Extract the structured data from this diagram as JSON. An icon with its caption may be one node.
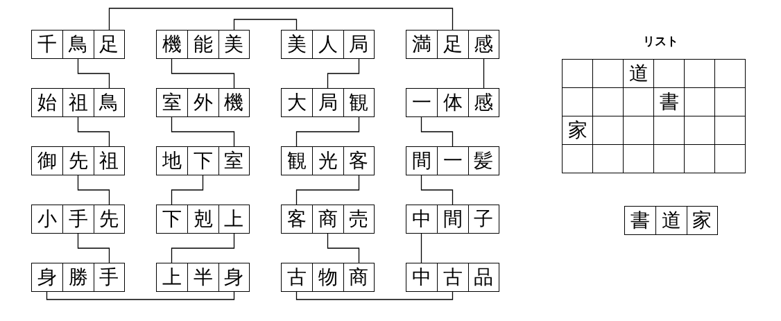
{
  "diagram": {
    "nodes": [
      {
        "text": [
          "千",
          "鳥",
          "足"
        ]
      },
      {
        "text": [
          "機",
          "能",
          "美"
        ]
      },
      {
        "text": [
          "美",
          "人",
          "局"
        ]
      },
      {
        "text": [
          "満",
          "足",
          "感"
        ]
      },
      {
        "text": [
          "始",
          "祖",
          "鳥"
        ]
      },
      {
        "text": [
          "室",
          "外",
          "機"
        ]
      },
      {
        "text": [
          "大",
          "局",
          "観"
        ]
      },
      {
        "text": [
          "一",
          "体",
          "感"
        ]
      },
      {
        "text": [
          "御",
          "先",
          "祖"
        ]
      },
      {
        "text": [
          "地",
          "下",
          "室"
        ]
      },
      {
        "text": [
          "観",
          "光",
          "客"
        ]
      },
      {
        "text": [
          "間",
          "一",
          "髪"
        ]
      },
      {
        "text": [
          "小",
          "手",
          "先"
        ]
      },
      {
        "text": [
          "下",
          "剋",
          "上"
        ]
      },
      {
        "text": [
          "客",
          "商",
          "売"
        ]
      },
      {
        "text": [
          "中",
          "間",
          "子"
        ]
      },
      {
        "text": [
          "身",
          "勝",
          "手"
        ]
      },
      {
        "text": [
          "上",
          "半",
          "身"
        ]
      },
      {
        "text": [
          "古",
          "物",
          "商"
        ]
      },
      {
        "text": [
          "中",
          "古",
          "品"
        ]
      },
      {
        "text": [
          "書",
          "道",
          "家"
        ]
      }
    ],
    "edges": [
      {
        "from": 0,
        "to": 4,
        "arrow": "none"
      },
      {
        "from": 4,
        "to": 8,
        "arrow": "none"
      },
      {
        "from": 8,
        "to": 12,
        "arrow": "none"
      },
      {
        "from": 12,
        "to": 16,
        "arrow": "none"
      },
      {
        "from": 1,
        "to": 5,
        "arrow": "none"
      },
      {
        "from": 5,
        "to": 9,
        "arrow": "none"
      },
      {
        "from": 9,
        "to": 13,
        "arrow": "none"
      },
      {
        "from": 13,
        "to": 17,
        "arrow": "none"
      },
      {
        "from": 2,
        "to": 6,
        "arrow": "none"
      },
      {
        "from": 6,
        "to": 10,
        "arrow": "none"
      },
      {
        "from": 10,
        "to": 14,
        "arrow": "none"
      },
      {
        "from": 14,
        "to": 18,
        "arrow": "none"
      },
      {
        "from": 3,
        "to": 7,
        "arrow": "none"
      },
      {
        "from": 7,
        "to": 11,
        "arrow": "none"
      },
      {
        "from": 11,
        "to": 15,
        "arrow": "none"
      },
      {
        "from": 15,
        "to": 19,
        "arrow": "none"
      },
      {
        "from": 0,
        "to": 3,
        "arrow": "none"
      },
      {
        "from": 1,
        "to": 2,
        "arrow": "none"
      },
      {
        "from": 16,
        "to": 17,
        "arrow": "none"
      },
      {
        "from": 18,
        "to": 19,
        "arrow": "none"
      }
    ],
    "labels": [
      "リスト",
      "道",
      "書",
      "家"
    ]
  }
}
